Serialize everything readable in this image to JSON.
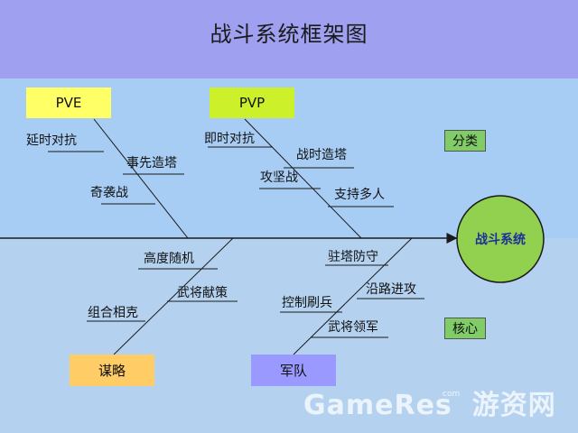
{
  "title": "战斗系统框架图",
  "head": "战斗系统",
  "tags": {
    "category": "分类",
    "core": "核心"
  },
  "categories": {
    "pve": {
      "label": "PVE",
      "items": [
        "延时对抗",
        "事先造塔",
        "奇袭战"
      ]
    },
    "pvp": {
      "label": "PVP",
      "items": [
        "即时对抗",
        "战时造塔",
        "攻坚战",
        "支持多人"
      ]
    },
    "strategy": {
      "label": "谋略",
      "items": [
        "高度随机",
        "武将献策",
        "组合相克"
      ]
    },
    "army": {
      "label": "军队",
      "items": [
        "驻塔防守",
        "沿路进攻",
        "控制刷兵",
        "武将领军"
      ]
    }
  },
  "watermark": {
    "text": "GameRes",
    "suffix": "游资网",
    "dot": "com"
  },
  "colors": {
    "title_band": "#a0a0f0",
    "upper_band": "#a8cdf4",
    "lower_band": "#b4d2f0",
    "pve": "#ffff66",
    "pvp": "#ccf029",
    "strategy": "#ffcc66",
    "army": "#9999ff",
    "head_circle": "#92d050",
    "tag_fill": "#80cc66"
  }
}
